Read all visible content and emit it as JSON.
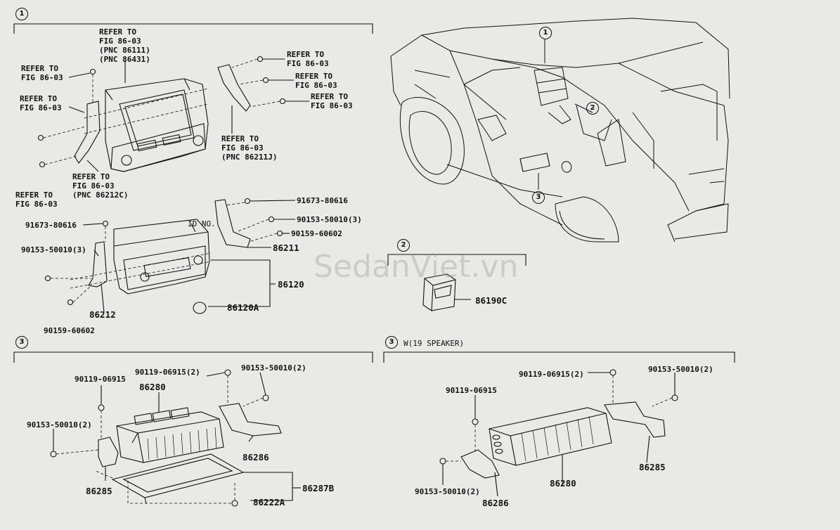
{
  "watermark": "SedanViet.vn",
  "sections": {
    "s1": {
      "num": "1"
    },
    "s2": {
      "num": "2"
    },
    "s3a": {
      "num": "3"
    },
    "s3b": {
      "num": "3",
      "title": "W(19 SPEAKER)"
    }
  },
  "vehicle_callouts": [
    "1",
    "2",
    "3"
  ],
  "labels": {
    "ref_top": "REFER TO\nFIG 86-03\n(PNC 86111)\n(PNC 86431)",
    "ref_left1": "REFER TO\nFIG 86-03",
    "ref_left2": "REFER TO\nFIG 86-03",
    "ref_left3": "REFER TO\nFIG 86-03",
    "ref_bottom": "REFER TO\nFIG 86-03\n(PNC 86212C)",
    "ref_right1": "REFER TO\nFIG 86-03",
    "ref_right2": "REFER TO\nFIG 86-03",
    "ref_right3": "REFER TO\nFIG 86-03",
    "ref_right4": "REFER TO\nFIG 86-03\n(PNC 86211J)",
    "p91673_r": "91673-80616",
    "p91673_l": "91673-80616",
    "id_no": "ID NO.",
    "p90153_3r": "90153-50010(3)",
    "p90159_r": "90159-60602",
    "p86211": "86211",
    "p90153_3l": "90153-50010(3)",
    "p86120": "86120",
    "p86212": "86212",
    "p86120a": "86120A",
    "p90159_l": "90159-60602",
    "p86190c": "86190C",
    "a_90119": "90119-06915",
    "a_90119_2": "90119-06915(2)",
    "a_90153_2r": "90153-50010(2)",
    "a_86280": "86280",
    "a_90153_2l": "90153-50010(2)",
    "a_86286": "86286",
    "a_86285": "86285",
    "a_86287b": "86287B",
    "a_86222a": "86222A",
    "b_90119_2": "90119-06915(2)",
    "b_90153_2r": "90153-50010(2)",
    "b_90119": "90119-06915",
    "b_86285": "86285",
    "b_86280": "86280",
    "b_90153_2l": "90153-50010(2)",
    "b_86286": "86286"
  }
}
